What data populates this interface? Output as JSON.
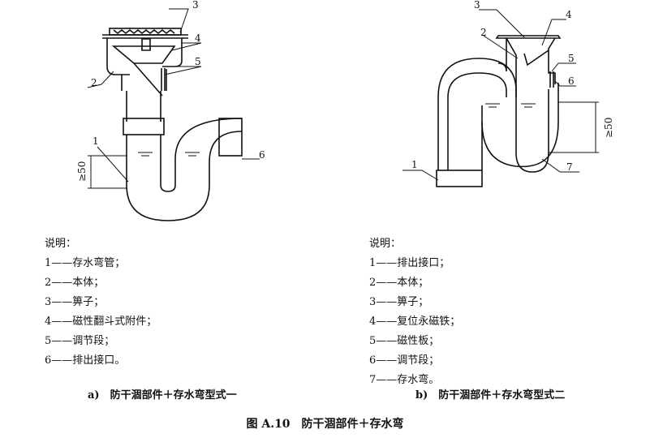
{
  "callouts_a": [
    "1",
    "2",
    "3",
    "4",
    "5",
    "6"
  ],
  "callouts_b": [
    "1",
    "2",
    "3",
    "4",
    "5",
    "6",
    "7"
  ],
  "dimension_a": "≥50",
  "dimension_b": "≥50",
  "legend_a": {
    "title": "说明：",
    "items": [
      "1——存水弯管；",
      "2——本体；",
      "3——箅子；",
      "4——磁性翻斗式附件；",
      "5——调节段；",
      "6——排出接口。"
    ]
  },
  "legend_b": {
    "title": "说明：",
    "items": [
      "1——排出接口；",
      "2——本体；",
      "3——箅子；",
      "4——复位永磁铁；",
      "5——磁性板；",
      "6——调节段；",
      "7——存水弯。"
    ]
  },
  "caption_a": "a)　防干涸部件＋存水弯型式一",
  "caption_b": "b)　防干涸部件＋存水弯型式二",
  "figure_caption": "图 A.10　防干涸部件＋存水弯"
}
